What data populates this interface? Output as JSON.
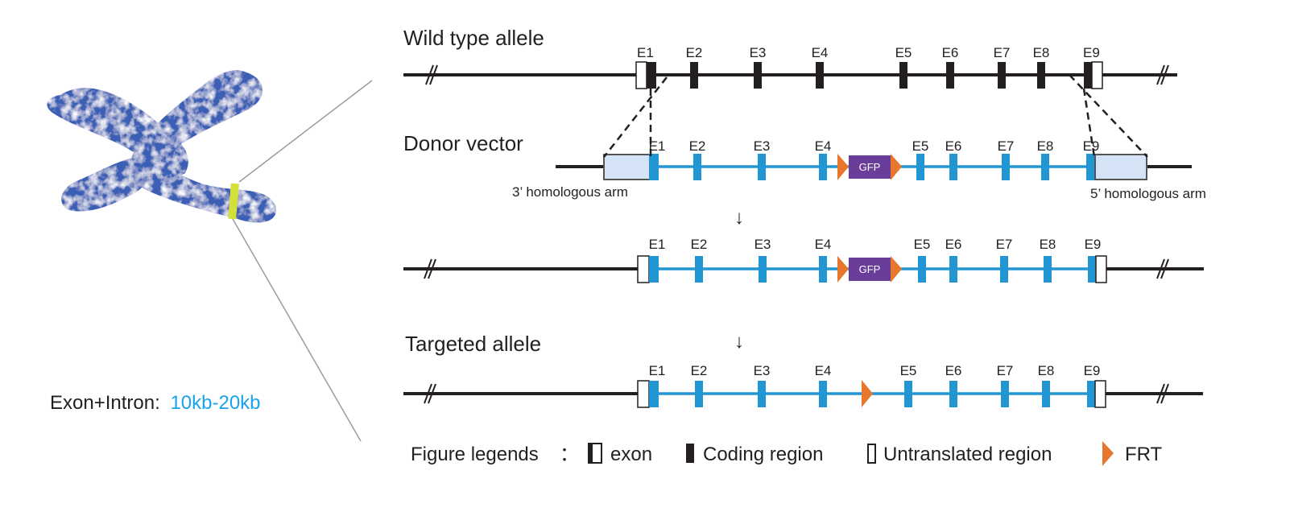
{
  "colors": {
    "backbone": "#231f20",
    "cds_blue": "#2196d3",
    "coding_black": "#231f20",
    "utr_fill": "#ffffff",
    "arm_fill": "#d4e3f5",
    "arm_stroke": "#555555",
    "gfp_fill": "#6a3d9a",
    "frt_orange": "#e8772e",
    "chromosome": "#3a5fb5",
    "marker_yellow": "#d4e03a",
    "zoom_line": "#9b9b9b",
    "size_value": "#1aa3e8"
  },
  "chromosome": {
    "size_label": "Exon+Intron:",
    "size_value": "10kb-20kb"
  },
  "rows": [
    {
      "id": "wild-type",
      "title": "Wild type allele",
      "style": "black",
      "exons": [
        "E1",
        "E2",
        "E3",
        "E4",
        "E5",
        "E6",
        "E7",
        "E8",
        "E9"
      ]
    },
    {
      "id": "donor-vector",
      "title": "Donor vector",
      "style": "blue",
      "exons": [
        "E1",
        "E2",
        "E3",
        "E4",
        "E5",
        "E6",
        "E7",
        "E8",
        "E9"
      ],
      "left_arm_label": "3’ homologous arm",
      "right_arm_label": "5’ homologous arm",
      "cassette": "GFP"
    },
    {
      "id": "intermediate",
      "title": "",
      "style": "blue",
      "exons": [
        "E1",
        "E2",
        "E3",
        "E4",
        "E5",
        "E6",
        "E7",
        "E8",
        "E9"
      ],
      "cassette": "GFP"
    },
    {
      "id": "targeted",
      "title": "Targeted allele",
      "style": "blue",
      "exons": [
        "E1",
        "E2",
        "E3",
        "E4",
        "E5",
        "E6",
        "E7",
        "E8",
        "E9"
      ]
    }
  ],
  "arrows": [
    "↓",
    "↓"
  ],
  "legend": {
    "title": "Figure legends",
    "colon": "：",
    "items": [
      {
        "icon": "exon-icon",
        "label": "exon"
      },
      {
        "icon": "coding-region-icon",
        "label": "Coding region"
      },
      {
        "icon": "utr-icon",
        "label": "Untranslated   region"
      },
      {
        "icon": "frt-icon",
        "label": "FRT"
      }
    ]
  }
}
